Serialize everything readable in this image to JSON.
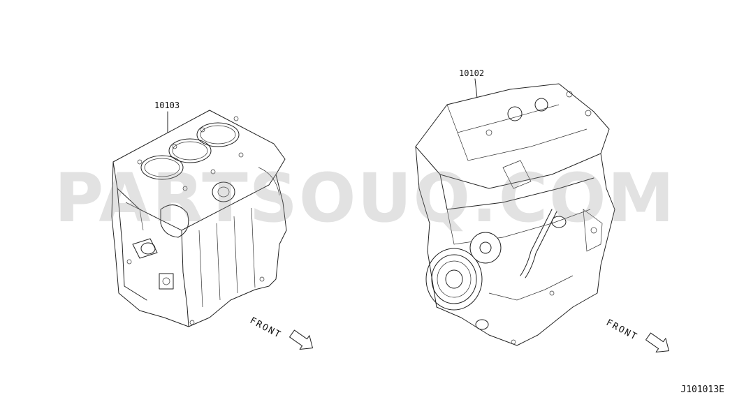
{
  "parts": {
    "short_block_number": "10103",
    "engine_assy_number": "10102"
  },
  "labels": {
    "front_left": "FRONT",
    "front_right": "FRONT"
  },
  "drawing_code": "J101013E",
  "watermark_text": "PARTSOUQ.COM",
  "icons": [
    "front-arrow-icon",
    "front-arrow-icon"
  ],
  "colors": {
    "line": "#222222",
    "background": "#ffffff"
  }
}
